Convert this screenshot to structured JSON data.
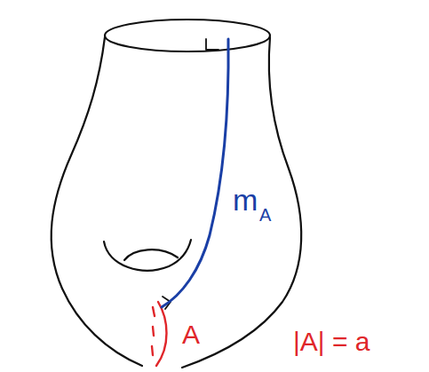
{
  "diagram": {
    "labels": [
      "m",
      "A",
      "A",
      "|A| = a"
    ]
  }
}
